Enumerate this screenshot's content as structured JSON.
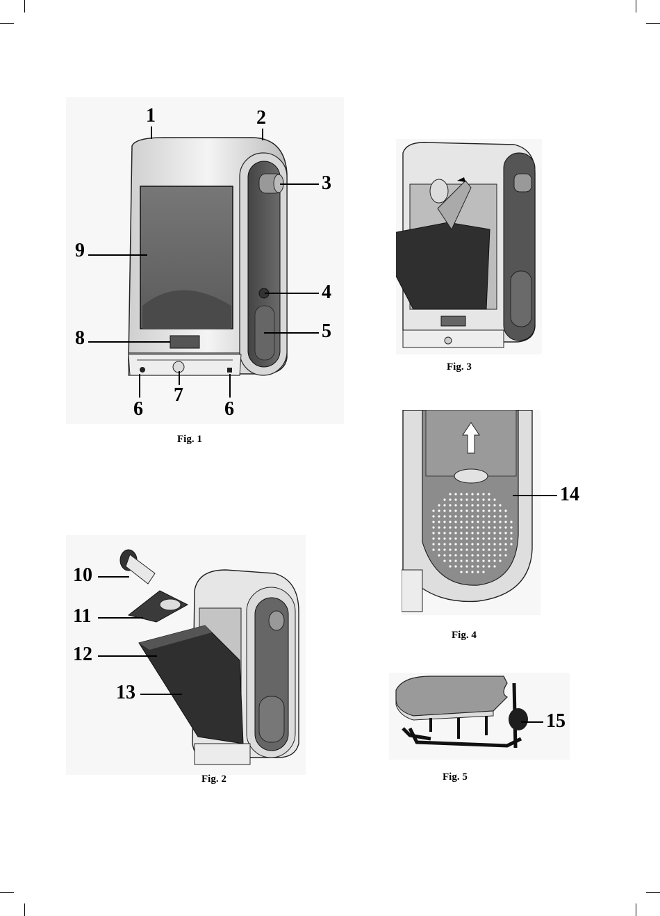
{
  "figures": [
    {
      "id": "fig1",
      "caption": "Fig. 1"
    },
    {
      "id": "fig2",
      "caption": "Fig. 2"
    },
    {
      "id": "fig3",
      "caption": "Fig. 3"
    },
    {
      "id": "fig4",
      "caption": "Fig. 4"
    },
    {
      "id": "fig5",
      "caption": "Fig. 5"
    }
  ],
  "callouts": {
    "c1": "1",
    "c2": "2",
    "c3": "3",
    "c4": "4",
    "c5": "5",
    "c6a": "6",
    "c6b": "6",
    "c7": "7",
    "c8": "8",
    "c9": "9",
    "c10": "10",
    "c11": "11",
    "c12": "12",
    "c13": "13",
    "c14": "14",
    "c15": "15"
  },
  "colors": {
    "body_light": "#e8e8e8",
    "body_mid": "#9a9a9a",
    "body_dark": "#555555",
    "window_dark": "#6a6a6a",
    "line": "#000000"
  }
}
